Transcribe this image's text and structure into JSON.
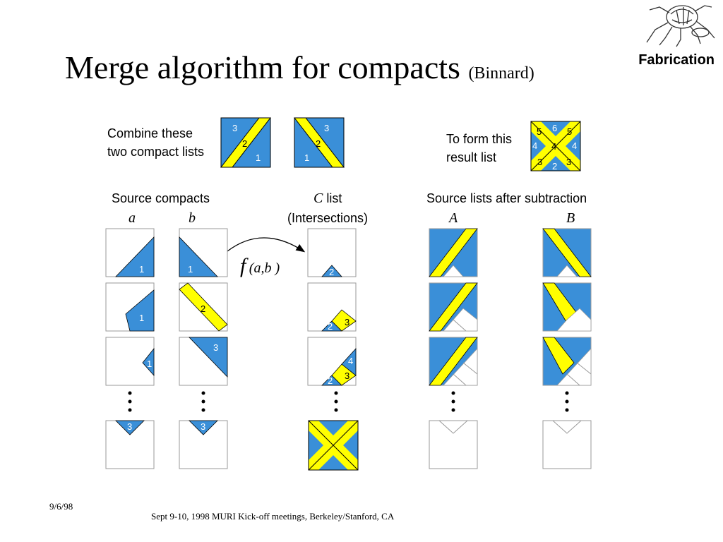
{
  "slide": {
    "title": "Merge algorithm for compacts",
    "title_note": "(Binnard)",
    "section_label": "Fabrication"
  },
  "top": {
    "combine_text_line1": "Combine these",
    "combine_text_line2": "two compact lists",
    "form_text_line1": "To form this",
    "form_text_line2": "result list"
  },
  "columns": {
    "source_header": "Source compacts",
    "col_a": "a",
    "col_b": "b",
    "c_list_letter": "C",
    "c_list_word": "list",
    "c_list_sub": "(Intersections)",
    "subtraction_header": "Source lists after subtraction",
    "col_A": "A",
    "col_B": "B",
    "function_label": "f",
    "function_args": "(a,b )"
  },
  "footer": {
    "date": "9/6/98",
    "text": "Sept 9-10, 1998 MURI Kick-off meetings, Berkeley/Stanford, CA"
  },
  "colors": {
    "blue": "#3a8fd8",
    "yellow": "#ffff00",
    "outline": "#999999"
  }
}
